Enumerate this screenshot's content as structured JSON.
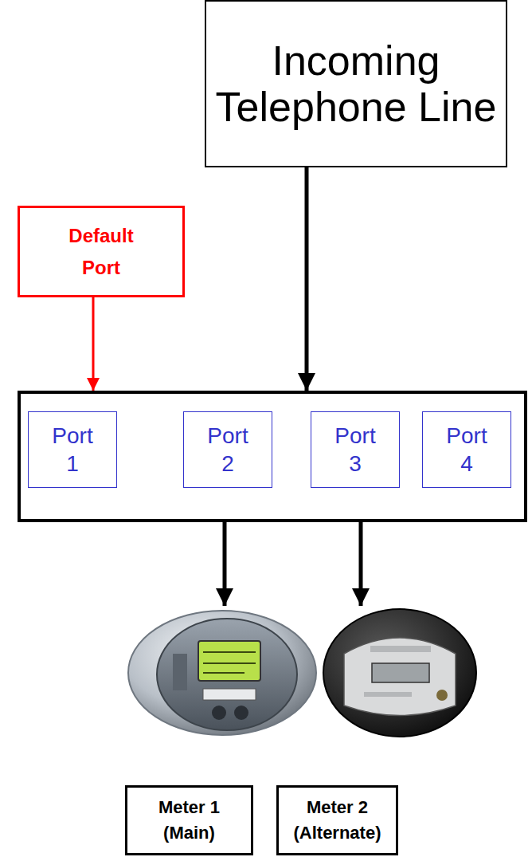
{
  "diagram": {
    "nodes": [
      {
        "text": [
          "Incoming Telephone Line"
        ]
      },
      {
        "text": [
          "Default Port"
        ]
      },
      {
        "text": []
      },
      {
        "text": [
          "Port 1"
        ],
        "in": 2
      },
      {
        "text": [
          "Port 2"
        ],
        "in": 2
      },
      {
        "text": [
          "Port 3"
        ],
        "in": 2
      },
      {
        "text": [
          "Port 4"
        ],
        "in": 2
      },
      {
        "text": [
          "Meter 1 (Main)"
        ]
      },
      {
        "text": [
          "Meter 2 (Alternate)"
        ]
      }
    ],
    "edges": [
      {
        "from": 0,
        "to": 2,
        "arrow": "to"
      },
      {
        "from": 1,
        "to": 2,
        "arrow": "to"
      },
      {
        "from": 2,
        "to": 7,
        "arrow": "to"
      },
      {
        "from": 2,
        "to": 8,
        "arrow": "to"
      }
    ]
  }
}
